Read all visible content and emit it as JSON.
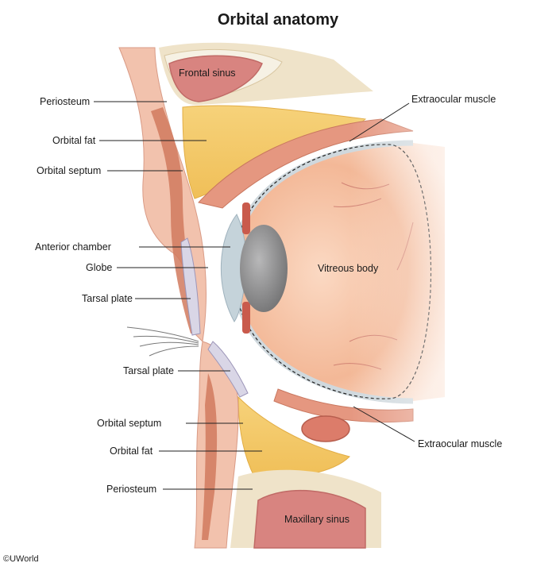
{
  "title": "Orbital anatomy",
  "labels": {
    "frontal_sinus": "Frontal sinus",
    "periosteum_upper": "Periosteum",
    "orbital_fat_upper": "Orbital fat",
    "orbital_septum_upper": "Orbital septum",
    "anterior_chamber": "Anterior chamber",
    "globe": "Globe",
    "tarsal_plate_upper": "Tarsal plate",
    "tarsal_plate_lower": "Tarsal plate",
    "orbital_septum_lower": "Orbital septum",
    "orbital_fat_lower": "Orbital fat",
    "periosteum_lower": "Periosteum",
    "maxillary_sinus": "Maxillary sinus",
    "extraocular_muscle_upper": "Extraocular muscle",
    "extraocular_muscle_lower": "Extraocular muscle",
    "vitreous_body": "Vitreous body"
  },
  "copyright": "©UWorld",
  "colors": {
    "skin": "#f2c2ad",
    "skin_dark": "#e7a58c",
    "fat": "#f3c968",
    "fat_light": "#f8dc95",
    "bone": "#efe6d2",
    "sinus": "#d98b86",
    "muscle": "#e79a82",
    "globe": "#f8cbb0",
    "cornea": "#c5d3da",
    "lens": "#8d8d8e",
    "iris": "#c95a4c"
  }
}
